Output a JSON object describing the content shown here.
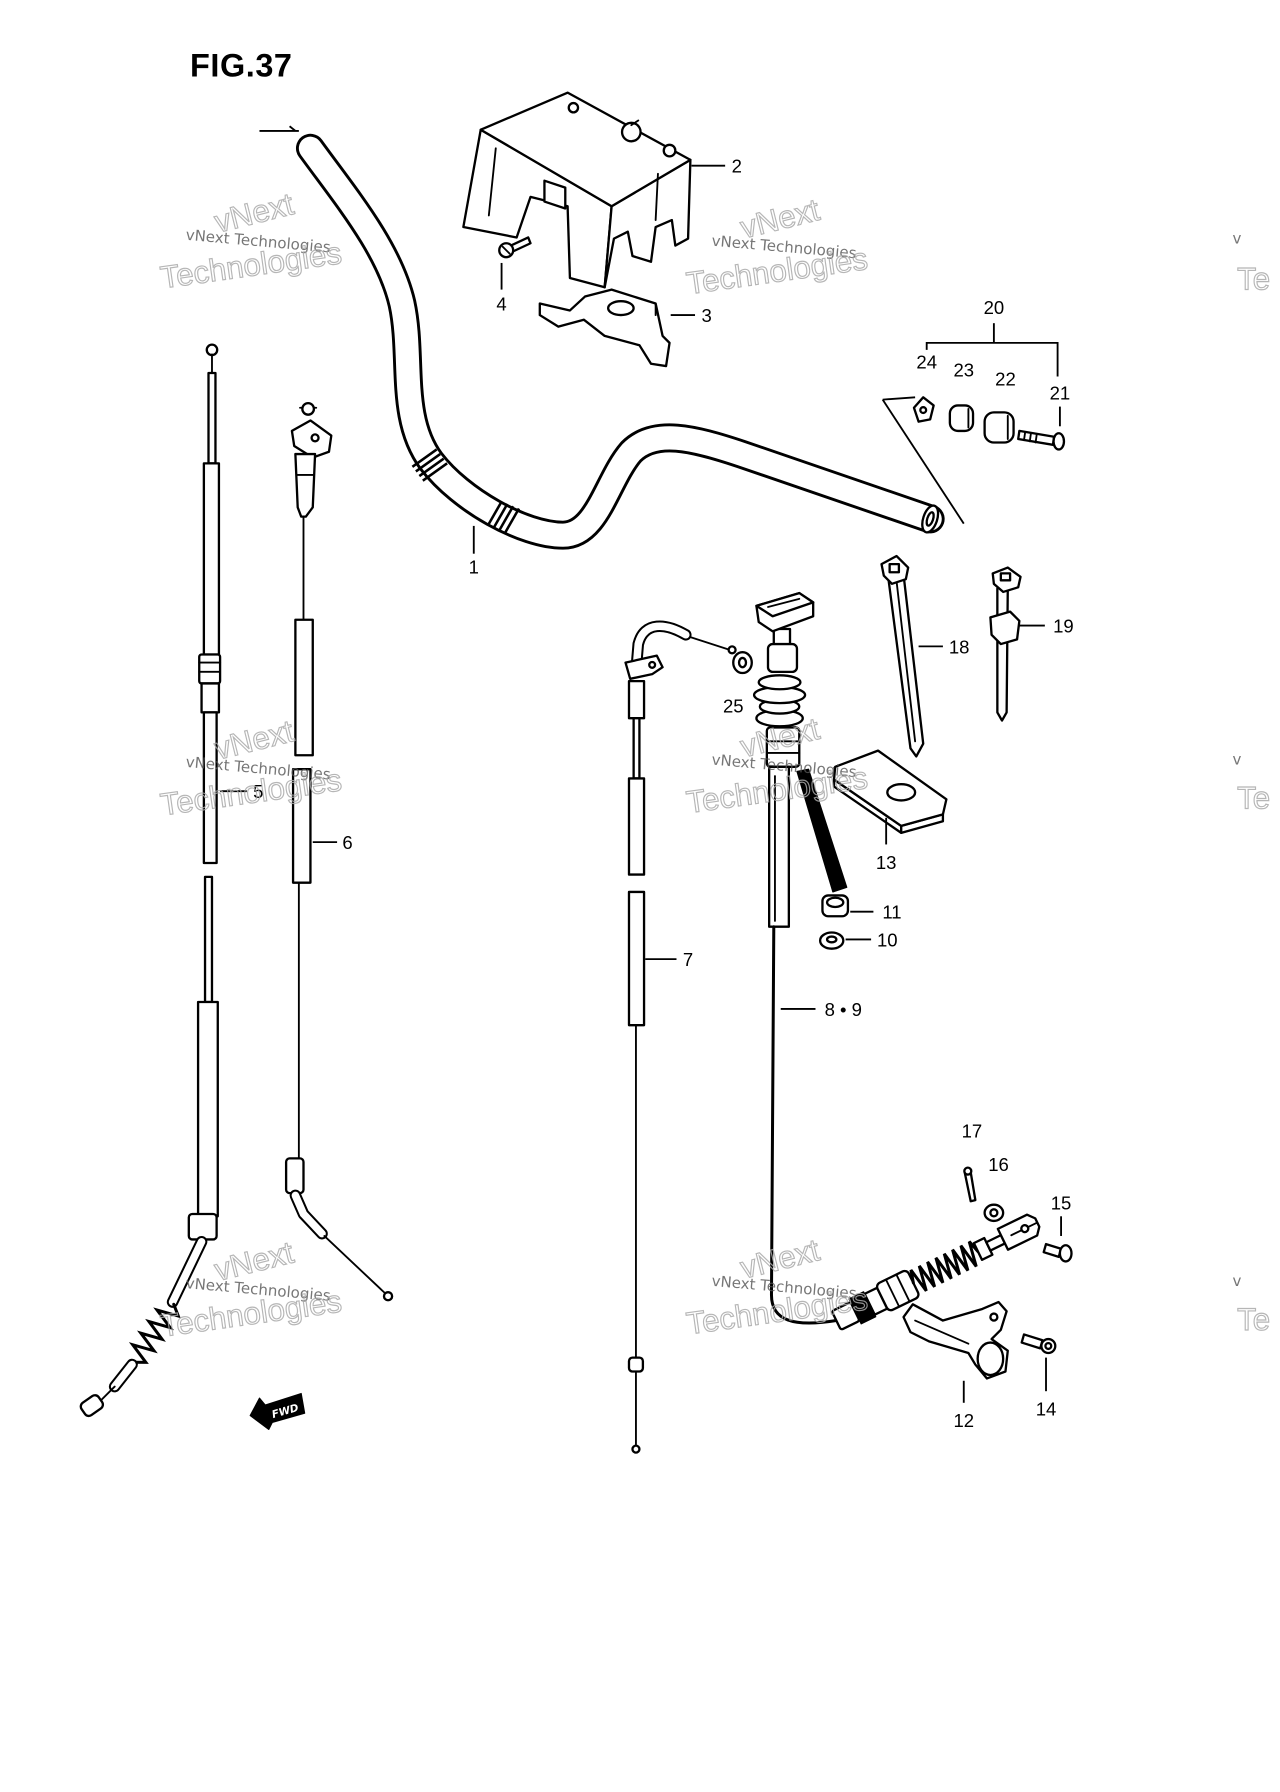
{
  "figure": {
    "title": "FIG.37"
  },
  "callouts": {
    "p1": "1",
    "p2": "2",
    "p3": "3",
    "p4": "4",
    "p5": "5",
    "p6": "6",
    "p7": "7",
    "p8_9": "8 • 9",
    "p10": "10",
    "p11": "11",
    "p12": "12",
    "p13": "13",
    "p14": "14",
    "p15": "15",
    "p16": "16",
    "p17": "17",
    "p18": "18",
    "p19": "19",
    "p20": "20",
    "p21": "21",
    "p22": "22",
    "p23": "23",
    "p24": "24",
    "p25": "25"
  },
  "direction_marker": {
    "label": "FWD"
  },
  "watermark": {
    "brand": "vNext",
    "line": "vNext Technologies",
    "word": "Technologies",
    "edge_fragment_1": "v",
    "edge_fragment_2": "Te"
  }
}
